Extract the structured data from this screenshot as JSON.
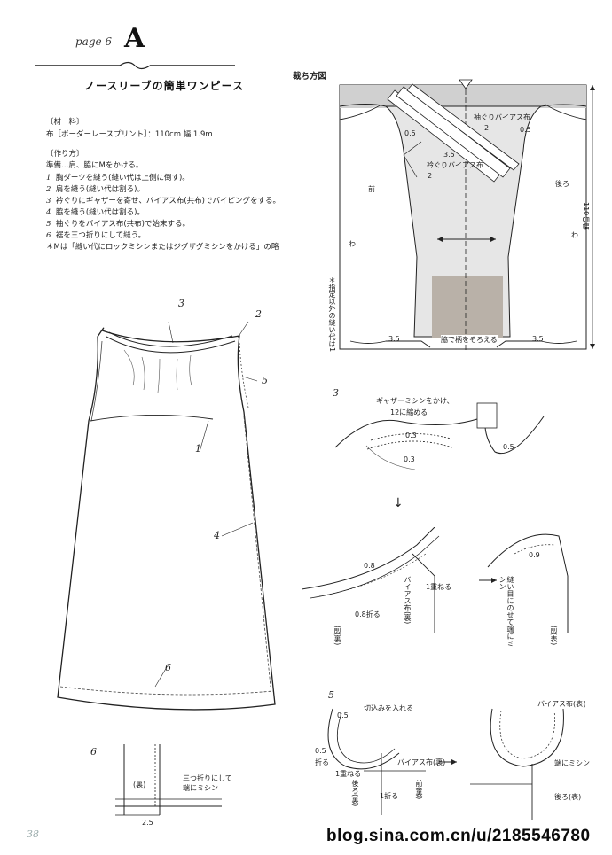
{
  "header": {
    "page_ref": "page 6",
    "letter": "A",
    "title": "ノースリーブの簡単ワンピース"
  },
  "materials": {
    "heading": "〔材　料〕",
    "fabric": "布［ボーダーレースプリント］：110cm 幅 1.9m"
  },
  "method": {
    "heading": "〔作り方〕",
    "prep": "準備…肩、脇にMをかける。",
    "steps": [
      {
        "num": "1",
        "text": "胸ダーツを縫う(縫い代は上側に倒す)。"
      },
      {
        "num": "2",
        "text": "肩を縫う(縫い代は割る)。"
      },
      {
        "num": "3",
        "text": "衿ぐりにギャザーを寄せ、バイアス布(共布)でパイピングをする。"
      },
      {
        "num": "4",
        "text": "脇を縫う(縫い代は割る)。"
      },
      {
        "num": "5",
        "text": "袖ぐりをバイアス布(共布)で始末する。"
      },
      {
        "num": "6",
        "text": "裾を三つ折りにして縫う。"
      }
    ],
    "note": "＊Mは「縫い代にロックミシンまたはジグザグミシンをかける」の略"
  },
  "dress_labels": [
    "3",
    "2",
    "5",
    "1",
    "4",
    "6"
  ],
  "cutting": {
    "title": "裁ち方図",
    "bias_neck": "衿ぐりバイアス布",
    "bias_arm": "袖ぐりバイアス布",
    "bias_neck_count": "2",
    "bias_arm_count": "2",
    "m05a": "0.5",
    "m05b": "0.5",
    "m35": "3.5",
    "front": "前",
    "back": "後ろ",
    "wa1": "わ",
    "wa2": "わ",
    "width": "110㎝幅",
    "hem_left": "3.5",
    "hem_right": "3.5",
    "hem_note": "脇で柄をそろえる",
    "side_note": "＊指定以外の縫い代は1"
  },
  "diagram3": {
    "num": "3",
    "gather": "ギャザーミシンをかけ、",
    "gather2": "12に縮める",
    "m03a": "0.3",
    "m03b": "0.3",
    "m05": "0.5",
    "arrow": "↓",
    "m08": "0.8",
    "fold08": "0.8折る",
    "bias": "バイアス布(裏)",
    "fold1": "1重ねる",
    "front_wrong": "前(裏)",
    "m09": "0.9",
    "stitch": "縫い目にのせて端にミシン",
    "front_wrong2": "前(表)"
  },
  "diagram5": {
    "num": "5",
    "notch": "切込みを入れる",
    "m05a": "0.5",
    "m05b": "0.5",
    "fold": "折る",
    "bias": "バイアス布(裏)",
    "overlap": "1重ねる",
    "fold1": "1折る",
    "front": "前(裏)",
    "back": "後ろ(裏)",
    "bias_right": "バイアス布(表)",
    "edge": "端にミシン",
    "back2": "後ろ(表)"
  },
  "diagram6": {
    "num": "6",
    "wrong": "(裏)",
    "fold": "三つ折りにして",
    "fold2": "端にミシン",
    "m25": "2.5"
  },
  "folio": "38",
  "watermark": "blog.sina.com.cn/u/2185546780"
}
